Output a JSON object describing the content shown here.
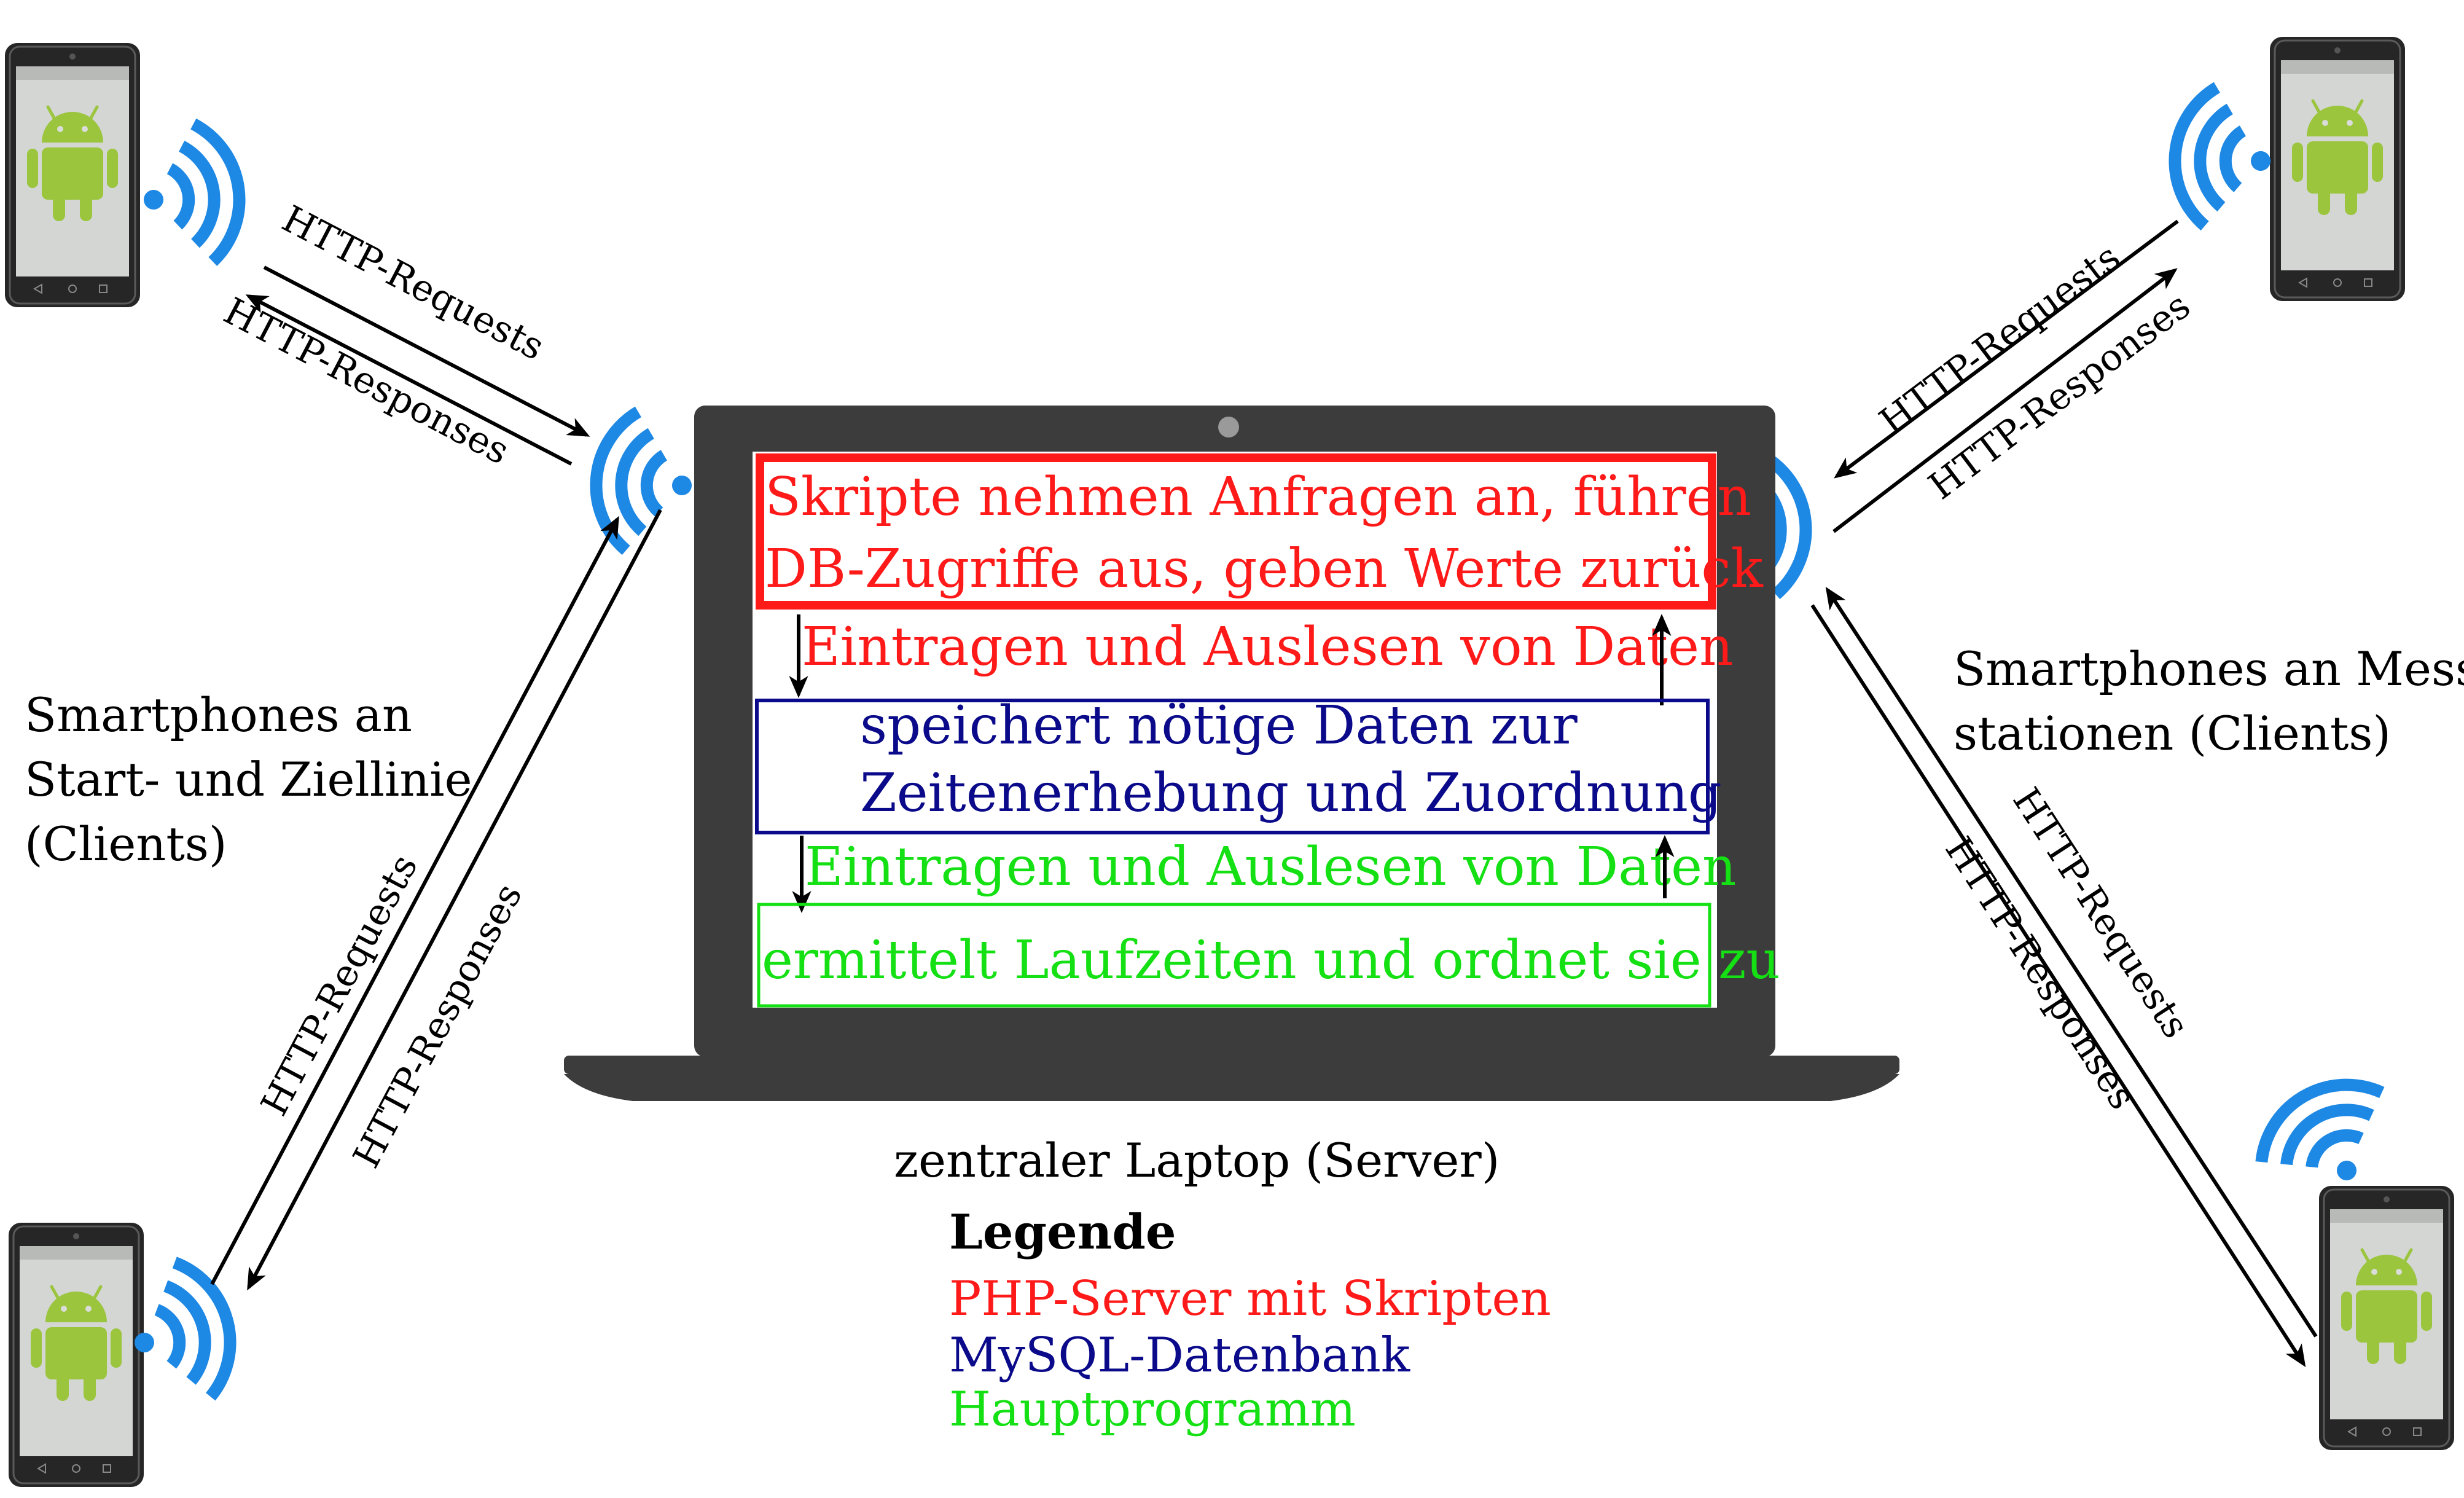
{
  "colors": {
    "php": "#ff1a1a",
    "mysql": "#0a0a8a",
    "main": "#14e014",
    "wifi": "#1e88e5",
    "android": "#9bc53d",
    "laptop": "#3c3c3c"
  },
  "icons": [
    "smartphone-icon",
    "android-icon",
    "wifi-icon",
    "laptop-icon"
  ],
  "arrow_labels": {
    "requests": "HTTP-Requests",
    "responses": "HTTP-Responses"
  },
  "clients": {
    "left": [
      "Smartphones an",
      "Start- und Ziellinie",
      "(Clients)"
    ],
    "right": [
      "Smartphones an Mess-",
      "stationen (Clients)"
    ]
  },
  "server": {
    "caption": "zentraler Laptop (Server)",
    "php_box": [
      "Skripte nehmen Anfragen an, führen",
      "DB-Zugriffe aus, geben Werte zurück"
    ],
    "flow1": "Eintragen und Auslesen von Daten",
    "mysql_box": [
      "speichert nötige Daten zur",
      "Zeitenerhebung und Zuordnung"
    ],
    "flow2": "Eintragen und Auslesen von Daten",
    "main_box": "ermittelt Laufzeiten und ordnet sie zu"
  },
  "legend": {
    "title": "Legende",
    "php": "PHP-Server mit Skripten",
    "mysql": "MySQL-Datenbank",
    "main": "Hauptprogramm"
  }
}
